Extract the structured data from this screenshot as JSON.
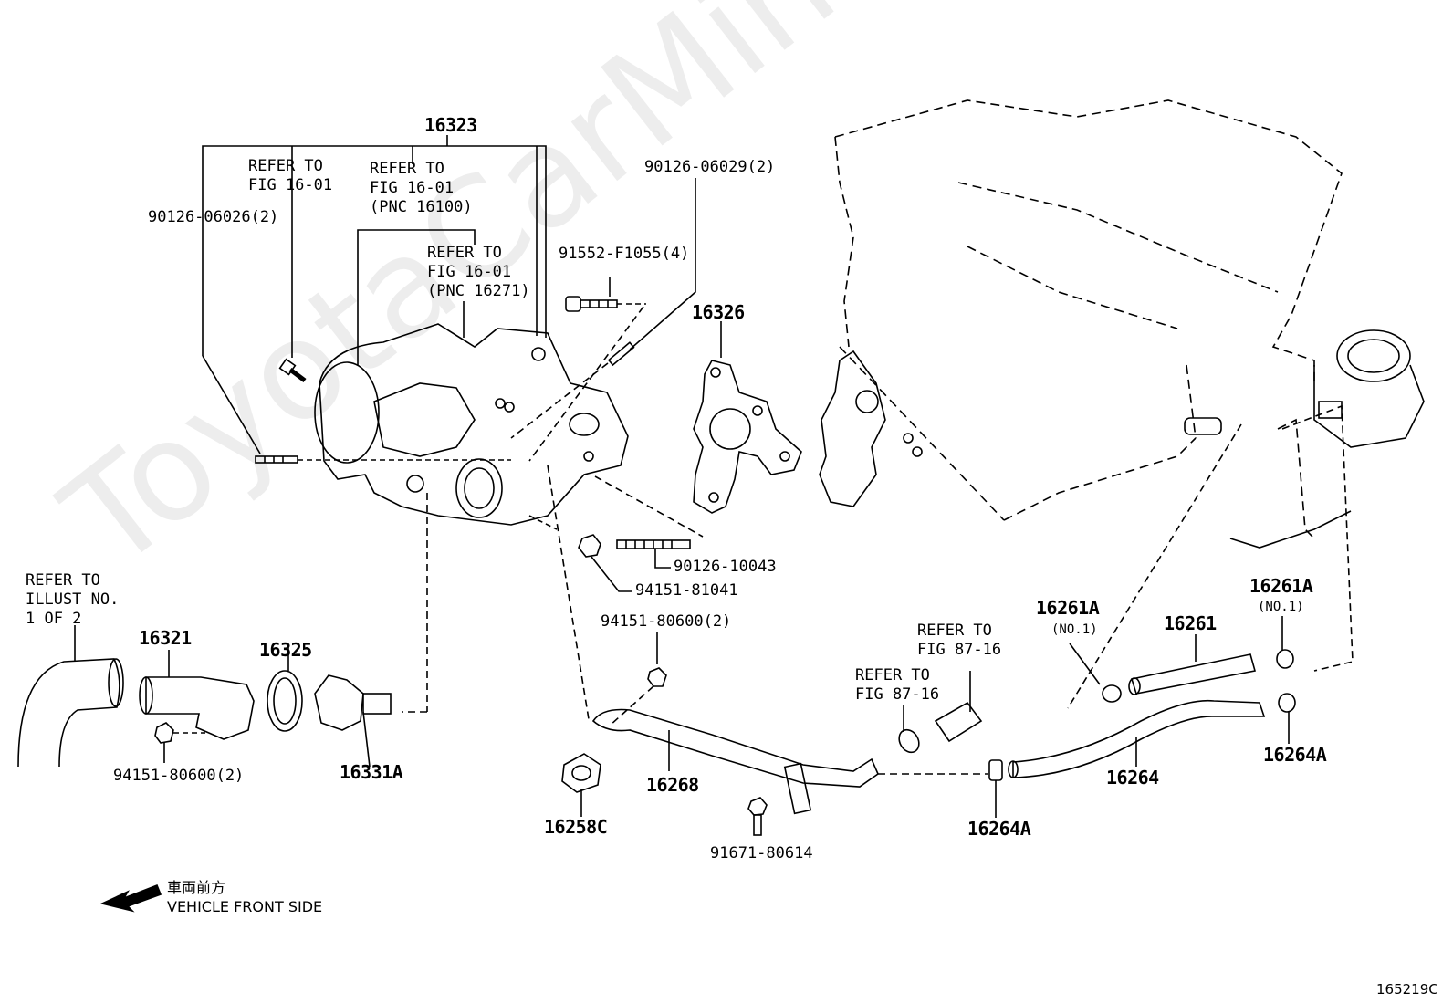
{
  "watermark": "ToyotaCarMine.ru",
  "figure_code": "165219C",
  "direction": {
    "jp": "車両前方",
    "en": "VEHICLE FRONT SIDE"
  },
  "labels": {
    "p16323": "16323",
    "refer1": [
      "REFER TO",
      "FIG 16-01"
    ],
    "refer2": [
      "REFER TO",
      "FIG 16-01",
      "(PNC 16100)"
    ],
    "refer3": [
      "REFER TO",
      "FIG 16-01",
      "(PNC 16271)"
    ],
    "b90126_06026": "90126-06026(2)",
    "b90126_06029": "90126-06029(2)",
    "b91552": "91552-F1055(4)",
    "p16326": "16326",
    "b90126_10043": "90126-10043",
    "n94151_81041": "94151-81041",
    "n94151_80600_top": "94151-80600(2)",
    "refer_illust": [
      "REFER TO",
      "ILLUST NO.",
      "1 OF 2"
    ],
    "p16321": "16321",
    "p16325": "16325",
    "p16331A": "16331A",
    "n94151_80600_bot": "94151-80600(2)",
    "p16258C": "16258C",
    "p16268": "16268",
    "b91671": "91671-80614",
    "refer_87a": [
      "REFER TO",
      "FIG 87-16"
    ],
    "refer_87b": [
      "REFER TO",
      "FIG 87-16"
    ],
    "p16264A_mid": "16264A",
    "p16264": "16264",
    "p16261A_left": "16261A",
    "no1_left": "(NO.1)",
    "p16261": "16261",
    "p16261A_right": "16261A",
    "no1_right": "(NO.1)",
    "p16264A_right": "16264A"
  }
}
